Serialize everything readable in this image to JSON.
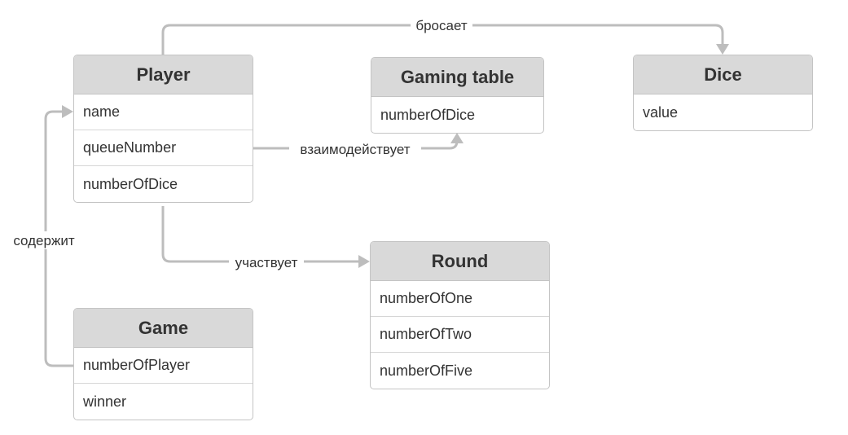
{
  "entities": {
    "player": {
      "name": "Player",
      "attributes": [
        "name",
        "queueNumber",
        "numberOfDice"
      ]
    },
    "gaming_table": {
      "name": "Gaming table",
      "attributes": [
        "numberOfDice"
      ]
    },
    "dice": {
      "name": "Dice",
      "attributes": [
        "value"
      ]
    },
    "round": {
      "name": "Round",
      "attributes": [
        "numberOfOne",
        "numberOfTwo",
        "numberOfFive"
      ]
    },
    "game": {
      "name": "Game",
      "attributes": [
        "numberOfPlayer",
        "winner"
      ]
    }
  },
  "relations": {
    "throws": {
      "label": "бросает",
      "from": "Player",
      "to": "Dice"
    },
    "interacts": {
      "label": "взаимодействует",
      "from": "Player",
      "to": "Gaming table"
    },
    "participates": {
      "label": "участвует",
      "from": "Player",
      "to": "Round"
    },
    "contains": {
      "label": "содержит",
      "from": "Game",
      "to": "Player"
    }
  },
  "colors": {
    "header_fill": "#d9d9d9",
    "border": "#c4c4c4",
    "connector": "#bdbdbd",
    "text": "#333333"
  }
}
